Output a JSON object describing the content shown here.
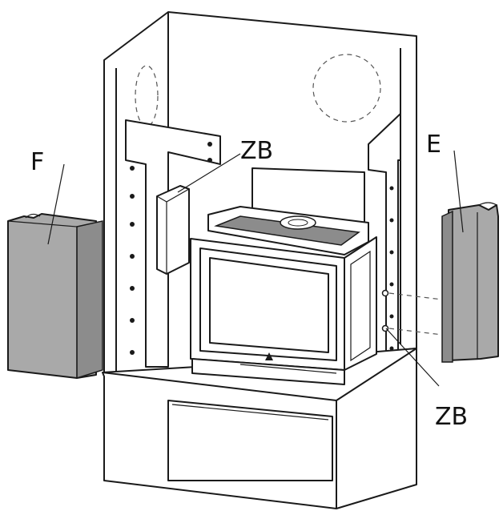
{
  "labels": {
    "left_panel": "F",
    "right_panel": "E",
    "fixing_top": "ZB",
    "fixing_bottom": "ZB"
  },
  "colors": {
    "line": "#1a1a1a",
    "panel_fill": "#a9a9a9",
    "panel_dark": "#8a8a8a",
    "wall_fill": "#ffffff",
    "dash": "#555555"
  }
}
